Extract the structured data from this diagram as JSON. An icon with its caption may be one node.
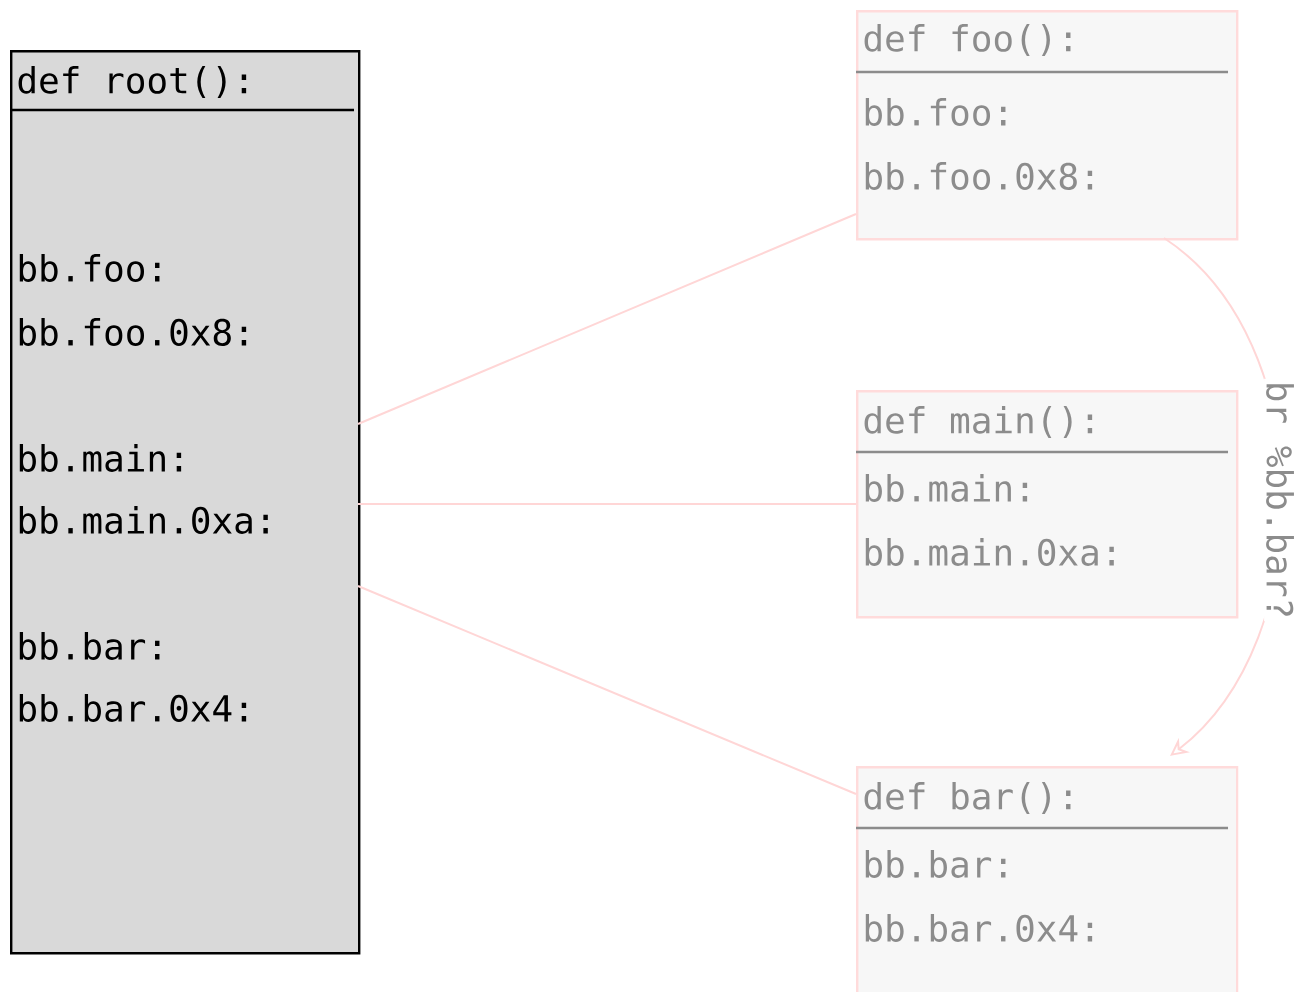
{
  "diagram": {
    "nodes": [
      {
        "text": [
          "def root():",
          "bb.foo:",
          "bb.foo.0x8:",
          "bb.main:",
          "bb.main.0xa:",
          "bb.bar:",
          "bb.bar.0x4:"
        ]
      },
      {
        "text": [
          "def foo():",
          "bb.foo:",
          "bb.foo.0x8:"
        ]
      },
      {
        "text": [
          "def main():",
          "bb.main:",
          "bb.main.0xa:"
        ]
      },
      {
        "text": [
          "def bar():",
          "bb.bar:",
          "bb.bar.0x4:"
        ]
      }
    ],
    "edges": [
      {
        "from": 0,
        "to": 1,
        "arrow": "none"
      },
      {
        "from": 0,
        "to": 2,
        "arrow": "none"
      },
      {
        "from": 0,
        "to": 3,
        "arrow": "none"
      },
      {
        "from": 1,
        "to": 3,
        "arrow": "to",
        "label": "br %bb.bar?"
      }
    ]
  }
}
